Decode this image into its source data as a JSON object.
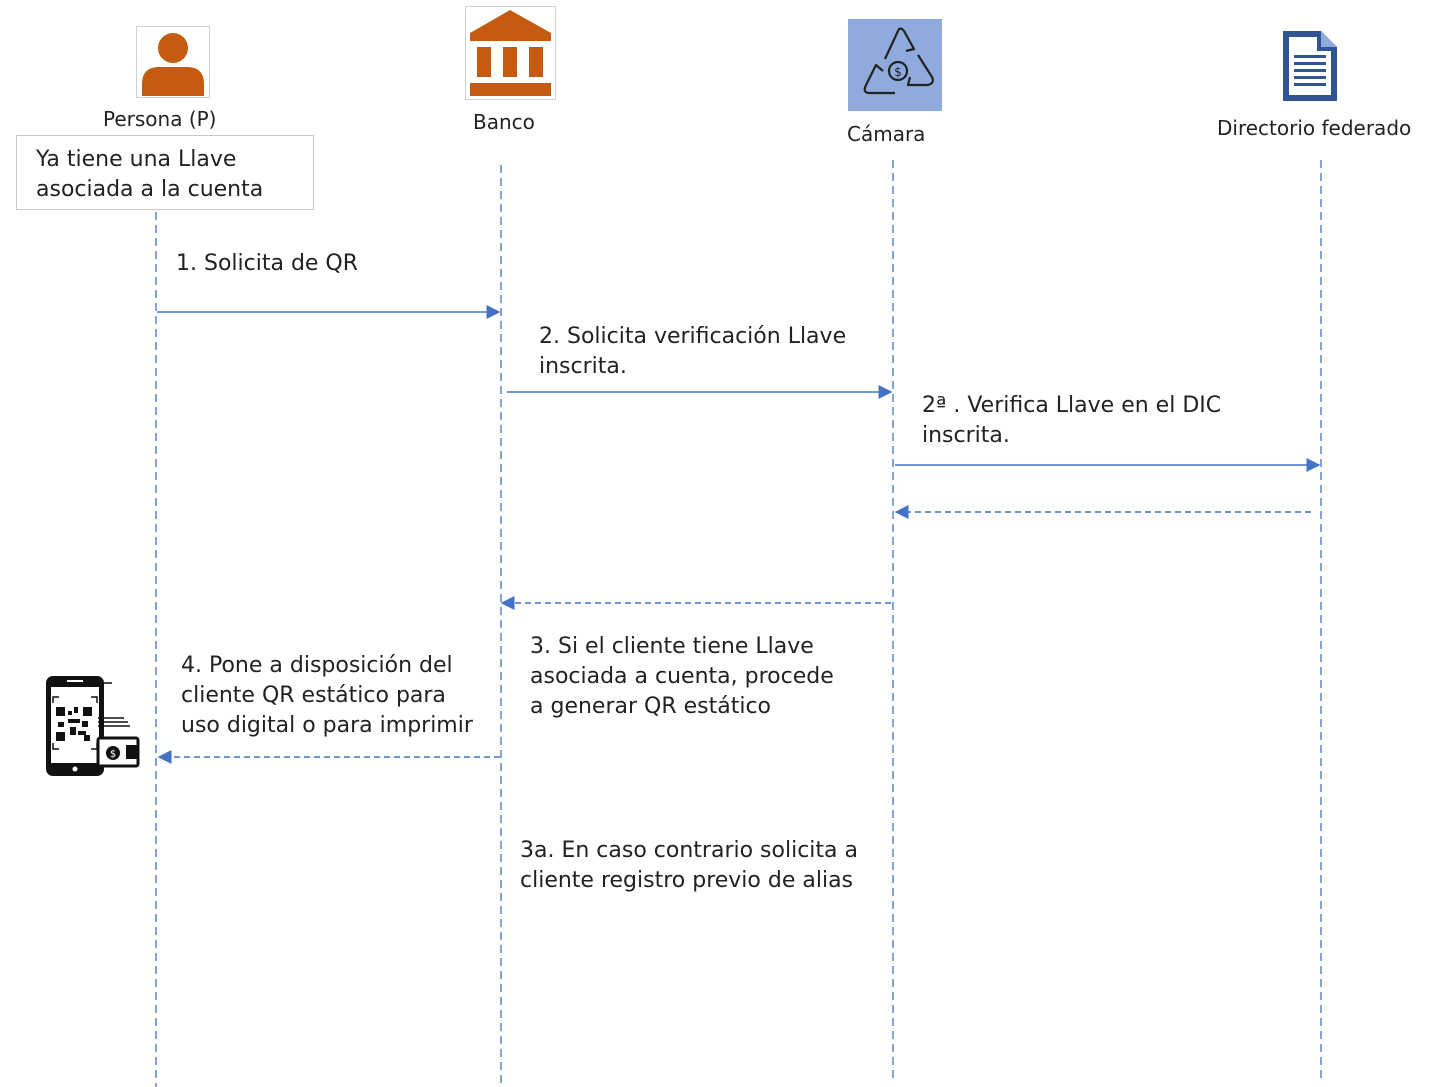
{
  "actors": {
    "persona": "Persona (P)",
    "banco": "Banco",
    "camara": "Cámara",
    "directorio": "Directorio federado"
  },
  "note": "Ya tiene una Llave\nasociada a la cuenta",
  "messages": {
    "m1": "1. Solicita de QR",
    "m2": "2. Solicita verificación Llave\ninscrita.",
    "m2a": "2ª . Verifica Llave en el DIC\ninscrita.",
    "m3": "3. Si el cliente tiene Llave\nasociada a cuenta, procede\na generar QR estático",
    "m4": "4. Pone a disposición del\ncliente QR estático para\nuso digital o para imprimir",
    "m3a": "3a. En caso contrario solicita a\ncliente registro previo de alias"
  },
  "colors": {
    "line": "#4472c4",
    "icon_orange": "#c55a11",
    "icon_blue_bg": "#8faadc",
    "doc_blue": "#2f5597"
  },
  "icons": {
    "persona": "person-icon",
    "banco": "bank-icon",
    "camara": "clearing-house-icon",
    "directorio": "document-icon",
    "phone": "phone-qr-icon"
  }
}
